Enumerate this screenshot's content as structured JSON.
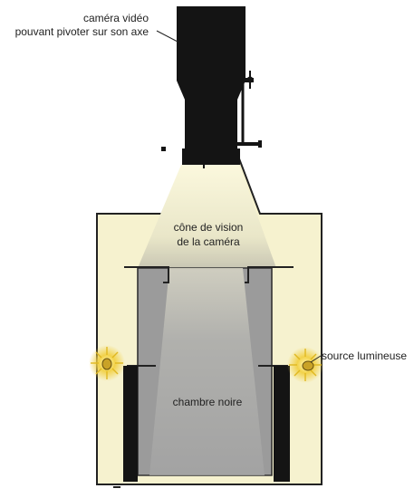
{
  "labels": {
    "camera_line1": "caméra vidéo",
    "camera_line2": "pouvant pivoter sur son axe",
    "cone_line1": "cône de vision",
    "cone_line2": "de la caméra",
    "light_source": "source lumineuse",
    "dark_chamber": "chambre noire"
  },
  "colors": {
    "outer_housing": "#f6f2cf",
    "dark_chamber": "#9b9b9b",
    "camera": "#141414",
    "light_glow": "#f2d24a",
    "outline": "#222222"
  }
}
